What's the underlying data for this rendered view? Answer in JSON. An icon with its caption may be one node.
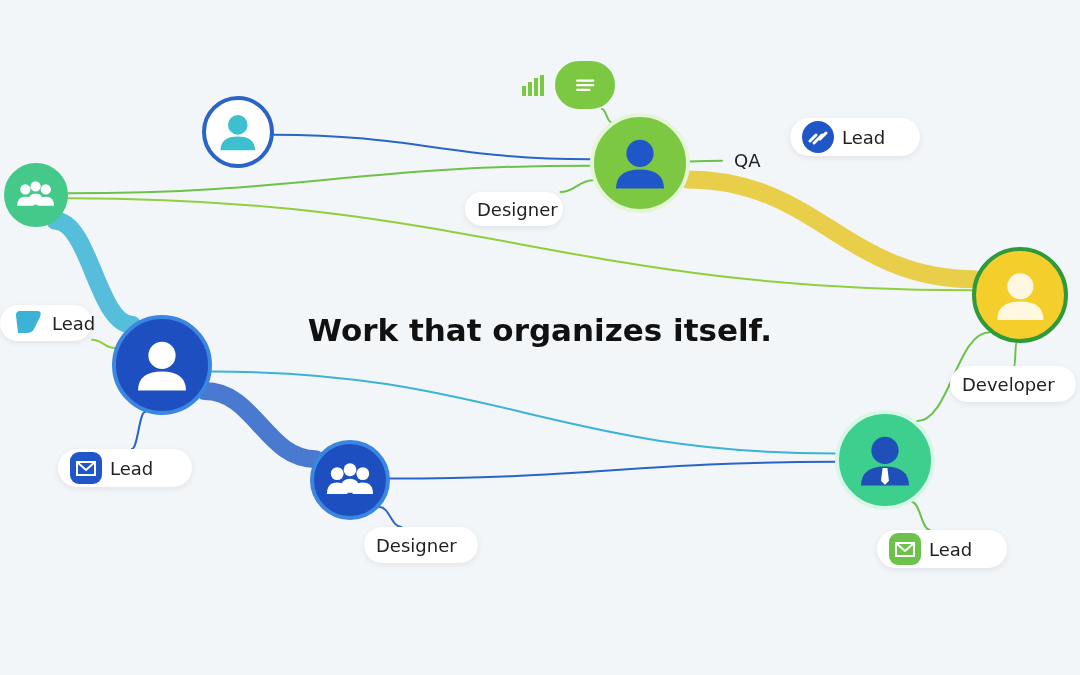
{
  "diagram": {
    "title": "Work that organizes itself.",
    "nodes": [
      {
        "text": [],
        "shape": "picture"
      },
      {
        "text": [],
        "shape": "picture"
      },
      {
        "text": [],
        "shape": "picture"
      },
      {
        "text": [],
        "shape": "picture"
      },
      {
        "text": [],
        "shape": "picture"
      },
      {
        "text": [],
        "shape": "picture"
      },
      {
        "text": [],
        "shape": "picture"
      },
      {
        "text": [],
        "shape": "picture"
      },
      {
        "text": [
          "Designer"
        ]
      },
      {
        "text": [
          "QA"
        ]
      },
      {
        "text": [
          "Lead"
        ]
      },
      {
        "text": [
          "Lead"
        ]
      },
      {
        "text": [
          "Lead"
        ]
      },
      {
        "text": [
          "Designer"
        ]
      },
      {
        "text": [
          "Developer"
        ]
      },
      {
        "text": [
          "Lead"
        ]
      }
    ],
    "edges": [
      {
        "from": 0,
        "to": 2,
        "arrow": "none",
        "color": "#2a64c8"
      },
      {
        "from": 1,
        "to": 2,
        "arrow": "none",
        "color": "#6cc24a"
      },
      {
        "from": 2,
        "to": 6,
        "arrow": "none",
        "style": "thick",
        "color": "#e6c72a"
      },
      {
        "from": 1,
        "to": 4,
        "arrow": "none",
        "style": "thick",
        "color": "#3ab3d6"
      },
      {
        "from": 4,
        "to": 5,
        "arrow": "none",
        "style": "thick",
        "color": "#2a64c8"
      },
      {
        "from": 5,
        "to": 7,
        "arrow": "none",
        "color": "#2a64c8"
      },
      {
        "from": 4,
        "to": 7,
        "arrow": "none",
        "color": "#3ab3d6"
      },
      {
        "from": 1,
        "to": 6,
        "arrow": "none",
        "color": "#8fcf3c"
      },
      {
        "from": 6,
        "to": 7,
        "arrow": "none",
        "color": "#6cc24a"
      },
      {
        "from": 3,
        "to": 2,
        "arrow": "none",
        "color": "#6cc24a"
      },
      {
        "from": 8,
        "to": 2,
        "arrow": "none",
        "color": "#6cc24a"
      },
      {
        "from": 9,
        "to": 2,
        "arrow": "none",
        "color": "#6cc24a"
      },
      {
        "from": 11,
        "to": 4,
        "arrow": "none",
        "color": "#8fcf3c"
      },
      {
        "from": 12,
        "to": 4,
        "arrow": "none",
        "color": "#2a64c8"
      },
      {
        "from": 13,
        "to": 5,
        "arrow": "none",
        "color": "#2a64c8"
      },
      {
        "from": 14,
        "to": 6,
        "arrow": "none",
        "color": "#6cc24a"
      },
      {
        "from": 15,
        "to": 7,
        "arrow": "none",
        "color": "#6cc24a"
      }
    ]
  }
}
